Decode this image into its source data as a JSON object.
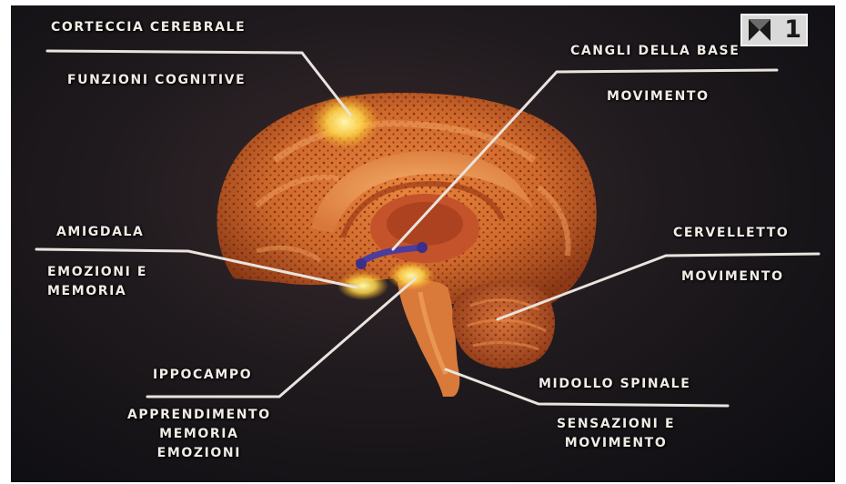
{
  "diagram": {
    "labels": [
      {
        "id": "corteccia",
        "name": "CORTECCIA CEREBRALE",
        "function": "FUNZIONI COGNITIVE"
      },
      {
        "id": "gangli",
        "name": "CANGLI DELLA BASE",
        "function": "MOVIMENTO"
      },
      {
        "id": "amigdala",
        "name": "AMIGDALA",
        "function": "EMOZIONI E\nMEMORIA"
      },
      {
        "id": "cervelletto",
        "name": "CERVELLETTO",
        "function": "MOVIMENTO"
      },
      {
        "id": "ippocampo",
        "name": "IPPOCAMPO",
        "function": "APPRENDIMENTO\nMEMORIA\nEMOZIONI"
      },
      {
        "id": "midollo",
        "name": "MIDOLLO SPINALE",
        "function": "SENSAZIONI E\nMOVIMENTO"
      }
    ]
  },
  "channel_logo": {
    "number": "1",
    "icon": "rai-logo-icon"
  },
  "colors": {
    "background": "#15131a",
    "brain_light": "#f0a050",
    "brain_dark": "#c05a22",
    "highlight": "#ffe060",
    "basal_ganglia": "#4a3a9a",
    "text": "#f1ece6",
    "leader_line": "#e8e4de"
  }
}
